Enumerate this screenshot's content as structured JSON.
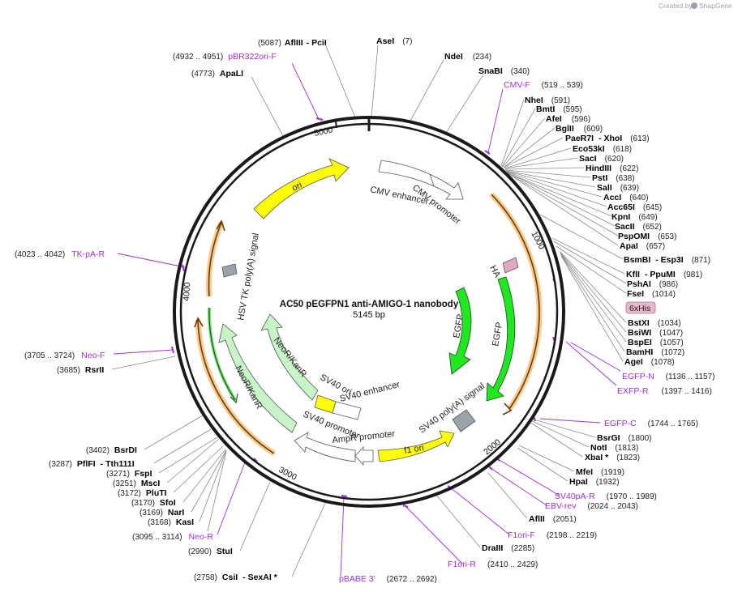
{
  "credit": {
    "prefix": "Created by",
    "brand": "SnapGene"
  },
  "center": {
    "title": "AC50 pEGFPN1 anti-AMIGO-1 nanobody",
    "length": "5145 bp"
  },
  "ticks": [
    "1000",
    "2000",
    "3000",
    "4000",
    "5000"
  ],
  "enzymes_top": [
    {
      "num": "(5087)",
      "name": "AflIII",
      "name2": "- PciI"
    },
    {
      "name": "AseI",
      "num": "(7)"
    },
    {
      "name": "NdeI",
      "num": "(234)"
    },
    {
      "name": "SnaBI",
      "num": "(340)"
    },
    {
      "num": "(4773)",
      "name": "ApaLI"
    }
  ],
  "enzymes_right": [
    {
      "name": "NheI",
      "num": "(591)"
    },
    {
      "name": "BmtI",
      "num": "(595)"
    },
    {
      "name": "AfeI",
      "num": "(596)"
    },
    {
      "name": "BglII",
      "num": "(609)"
    },
    {
      "name": "PaeR7I",
      "name2": "- XhoI",
      "num": "(613)"
    },
    {
      "name": "Eco53kI",
      "num": "(618)"
    },
    {
      "name": "SacI",
      "num": "(620)"
    },
    {
      "name": "HindIII",
      "num": "(622)"
    },
    {
      "name": "PstI",
      "num": "(638)"
    },
    {
      "name": "SalI",
      "num": "(639)"
    },
    {
      "name": "AccI",
      "num": "(640)"
    },
    {
      "name": "Acc65I",
      "num": "(645)"
    },
    {
      "name": "KpnI",
      "num": "(649)"
    },
    {
      "name": "SacII",
      "num": "(652)"
    },
    {
      "name": "PspOMI",
      "num": "(653)"
    },
    {
      "name": "ApaI",
      "num": "(657)"
    },
    {
      "name": "BsmBI",
      "name2": "- Esp3I",
      "num": "(871)"
    },
    {
      "name": "KflI",
      "name2": "- PpuMI",
      "num": "(981)"
    },
    {
      "name": "PshAI",
      "num": "(986)"
    },
    {
      "name": "FseI",
      "num": "(1014)"
    },
    {
      "name": "BstXI",
      "num": "(1034)"
    },
    {
      "name": "BsiWI",
      "num": "(1047)"
    },
    {
      "name": "BspEI",
      "num": "(1057)"
    },
    {
      "name": "BamHI",
      "num": "(1072)"
    },
    {
      "name": "AgeI",
      "num": "(1078)"
    },
    {
      "name": "BsrGI",
      "num": "(1800)"
    },
    {
      "name": "NotI",
      "num": "(1813)"
    },
    {
      "name": "XbaI *",
      "num": "(1823)"
    },
    {
      "name": "MfeI",
      "num": "(1919)"
    },
    {
      "name": "HpaI",
      "num": "(1932)"
    },
    {
      "name": "AflII",
      "num": "(2051)"
    },
    {
      "name": "DraIII",
      "num": "(2285)"
    }
  ],
  "enzymes_left": [
    {
      "num": "(3685)",
      "name": "RsrII"
    },
    {
      "num": "(3402)",
      "name": "BsrDI"
    },
    {
      "num": "(3287)",
      "name": "PflFI",
      "name2": "- Tth111I"
    },
    {
      "num": "(3271)",
      "name": "FspI"
    },
    {
      "num": "(3251)",
      "name": "MscI"
    },
    {
      "num": "(3172)",
      "name": "PluTI"
    },
    {
      "num": "(3170)",
      "name": "SfoI"
    },
    {
      "num": "(3169)",
      "name": "NarI"
    },
    {
      "num": "(3168)",
      "name": "KasI"
    },
    {
      "num": "(2990)",
      "name": "StuI"
    },
    {
      "num": "(2758)",
      "name": "CsiI",
      "name2": "- SexAI *"
    }
  ],
  "primers": [
    {
      "name": "pBR322ori-F",
      "range": "(4932 .. 4951)"
    },
    {
      "name": "CMV-F",
      "range": "(519 .. 539)"
    },
    {
      "name": "TK-pA-R",
      "range": "(4023 .. 4042)"
    },
    {
      "name": "Neo-F",
      "range": "(3705 .. 3724)"
    },
    {
      "name": "EGFP-N",
      "range": "(1136 .. 1157)"
    },
    {
      "name": "EXFP-R",
      "range": "(1397 .. 1416)"
    },
    {
      "name": "EGFP-C",
      "range": "(1744 .. 1765)"
    },
    {
      "name": "SV40pA-R",
      "range": "(1970 .. 1989)"
    },
    {
      "name": "EBV-rev",
      "range": "(2024 .. 2043)"
    },
    {
      "name": "F1ori-F",
      "range": "(2198 .. 2219)"
    },
    {
      "name": "F1ori-R",
      "range": "(2410 .. 2429)"
    },
    {
      "name": "pBABE 3'",
      "range": "(2672 .. 2692)"
    },
    {
      "name": "Neo-R",
      "range": "(3095 .. 3114)"
    }
  ],
  "tag": {
    "label": "6xHis"
  },
  "features": {
    "ori": "ori",
    "cmv_enhancer": "CMV enhancer",
    "cmv_promoter": "CMV promoter",
    "ha": "HA",
    "egfp1": "EGFP",
    "egfp2": "EGFP",
    "sv40_polya": "SV40 poly(A) signal",
    "f1_ori": "f1 ori",
    "ampr_promoter": "AmpR promoter",
    "sv40_promoter": "SV40 promoter",
    "sv40_enhancer": "SV40 enhancer",
    "sv40_ori": "SV40 ori",
    "neor1": "NeoR/KanR",
    "neor2": "NeoR/KanR",
    "hsv_tk": "HSV TK poly(A) signal"
  },
  "colors": {
    "primer": "#9b30d9",
    "egfp": "#1ee81e",
    "ori": "#ffff00",
    "neo": "#c8f5c8",
    "orange": "#f0a030"
  }
}
